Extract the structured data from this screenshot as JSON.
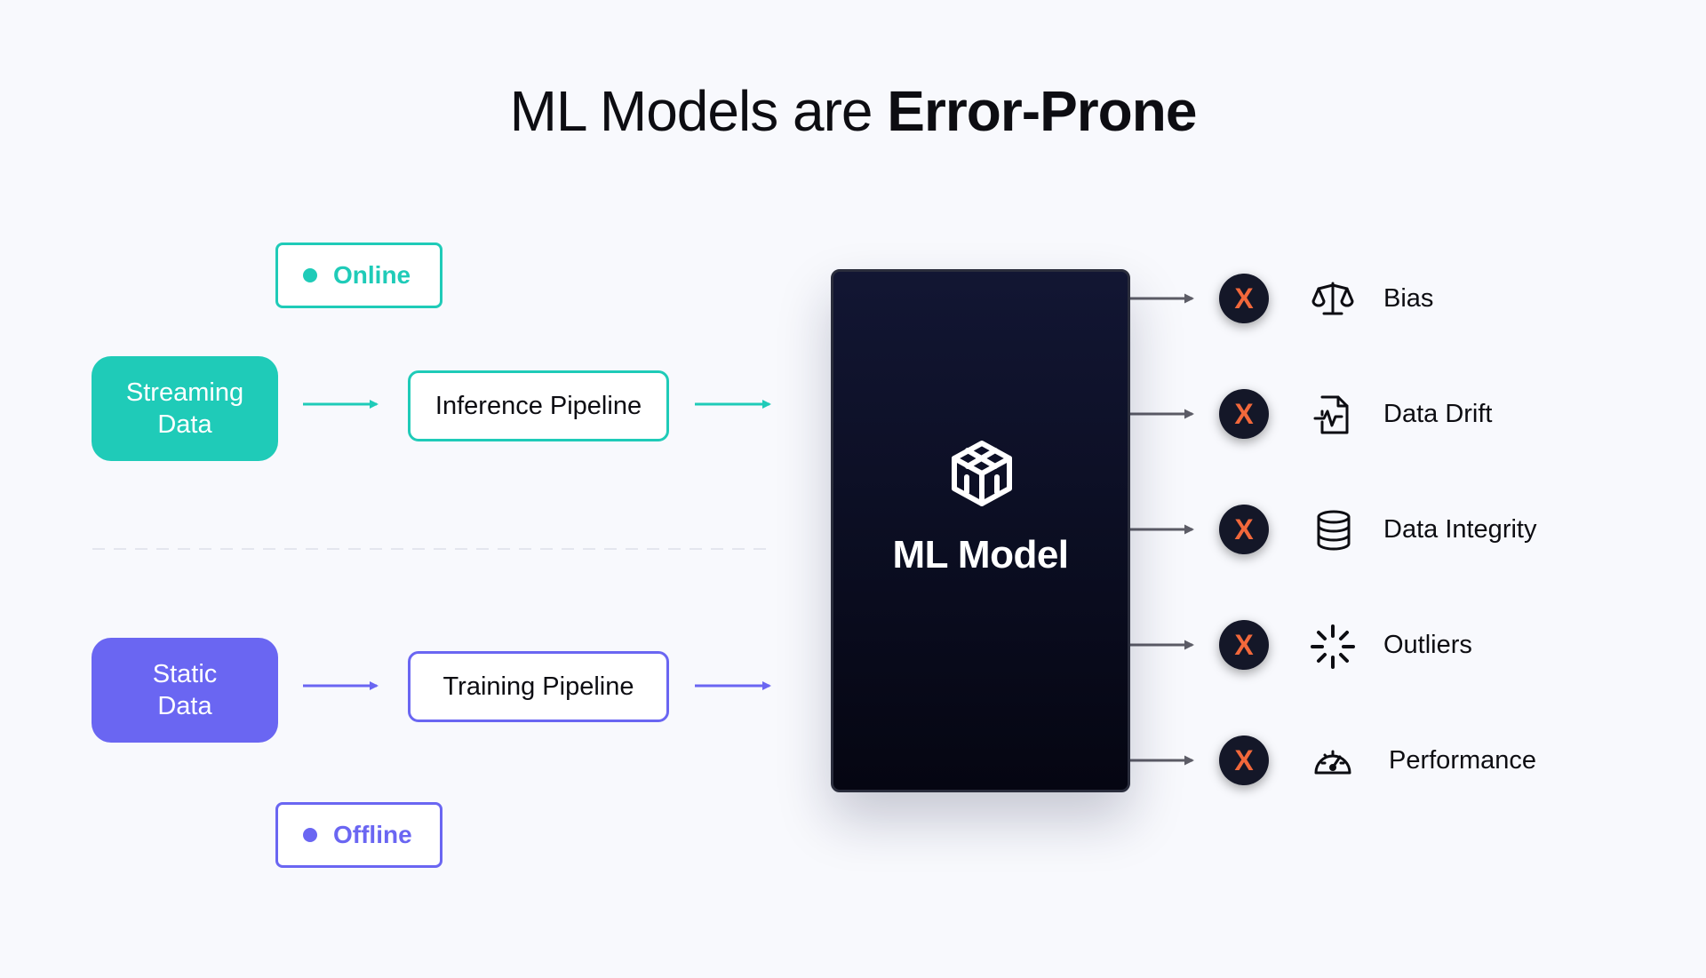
{
  "title": {
    "regular": "ML Models are ",
    "bold": "Error-Prone"
  },
  "online": {
    "label": "Online",
    "color": "#1fcbb8"
  },
  "offline": {
    "label": "Offline",
    "color": "#6a66f2"
  },
  "streaming": {
    "label": "Streaming\nData"
  },
  "static": {
    "label": "Static\nData"
  },
  "inference": {
    "label": "Inference Pipeline"
  },
  "training": {
    "label": "Training Pipeline"
  },
  "model": {
    "label": "ML Model",
    "icon": "cube-icon"
  },
  "errors": [
    {
      "x": "X",
      "label": "Bias",
      "icon": "scale-icon"
    },
    {
      "x": "X",
      "label": "Data Drift",
      "icon": "file-pulse-icon"
    },
    {
      "x": "X",
      "label": "Data Integrity",
      "icon": "database-icon"
    },
    {
      "x": "X",
      "label": "Outliers",
      "icon": "loader-icon"
    },
    {
      "x": "X",
      "label": "Performance",
      "icon": "gauge-icon"
    }
  ]
}
